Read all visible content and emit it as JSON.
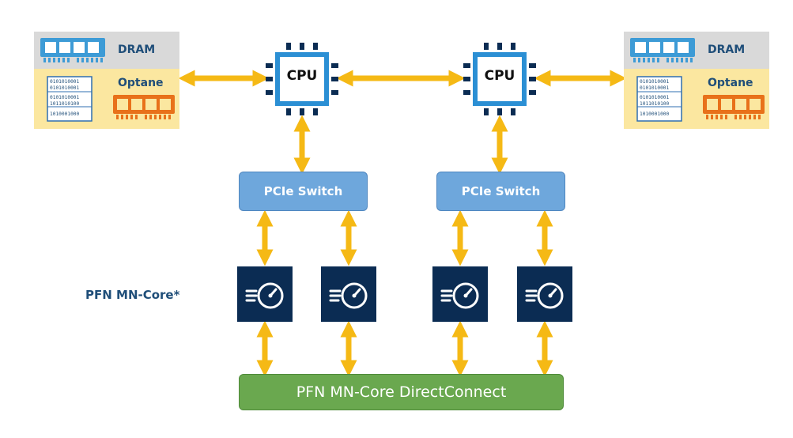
{
  "memory": [
    {
      "top_label": "DRAM",
      "bottom_label": "Optane",
      "binary": [
        "0101010001",
        "0101010001",
        "0101010001",
        "1011010100",
        "1010001000"
      ]
    },
    {
      "top_label": "DRAM",
      "bottom_label": "Optane",
      "binary": [
        "0101010001",
        "0101010001",
        "0101010001",
        "1011010100",
        "1010001000"
      ]
    }
  ],
  "cpus": [
    {
      "label": "CPU"
    },
    {
      "label": "CPU"
    }
  ],
  "switches": [
    {
      "label": "PCIe Switch"
    },
    {
      "label": "PCIe Switch"
    }
  ],
  "accelerator_label": "PFN MN-Core*",
  "interconnect": {
    "label": "PFN MN-Core DirectConnect"
  },
  "colors": {
    "arrow": "#f5b915",
    "switch": "#6ea7dc",
    "accelerator": "#0b2c53",
    "interconnect": "#6aa84f",
    "dram_band": "#d9d9d9",
    "optane_band": "#fbe7a0",
    "dram_chip": "#3d9bd6",
    "optane_chip": "#e8711a"
  },
  "icons": [
    "dram-module-icon",
    "optane-module-icon",
    "binary-data-icon",
    "cpu-chip-icon",
    "speedometer-icon"
  ]
}
